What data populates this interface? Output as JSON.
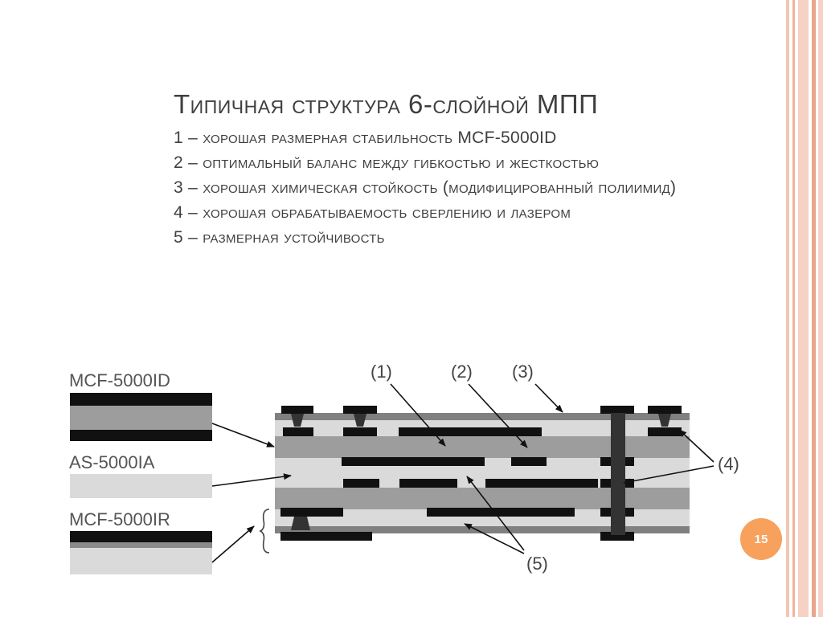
{
  "slide": {
    "title": "Типичная структура 6-слойной МПП",
    "items": [
      "1 – хорошая размерная стабильность MCF-5000ID",
      "2 – оптимальный баланс между гибкостью и жесткостью",
      "3 – хорошая химическая стойкость (модифицированный полиимид)",
      "4 – хорошая обрабатываемость сверлению и лазером",
      "5 – размерная устойчивость"
    ],
    "page_number": "15"
  },
  "diagram": {
    "materials": [
      "MCF-5000ID",
      "AS-5000IA",
      "MCF-5000IR"
    ],
    "callouts": [
      "(1)",
      "(2)",
      "(3)",
      "(4)",
      "(5)"
    ]
  },
  "colors": {
    "stripe_light": "#f6d2c4",
    "stripe_mid": "#e9a68c",
    "badge": "#f7a15d",
    "title_text": "#3f3f3f",
    "layer_dark": "#111111",
    "layer_gray": "#9d9d9d",
    "layer_light": "#dadada"
  }
}
